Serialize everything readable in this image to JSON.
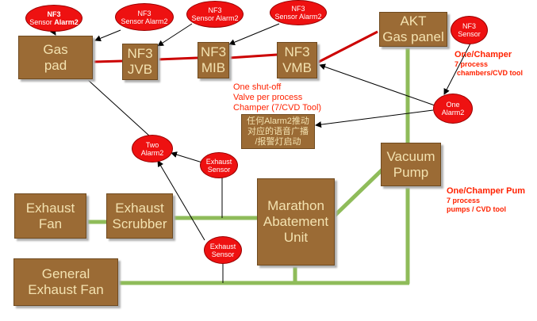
{
  "boxes": {
    "gas_pad": [
      "Gas",
      "pad"
    ],
    "nf3_jvb": [
      "NF3",
      "JVB"
    ],
    "nf3_mib": [
      "NF3",
      "MIB"
    ],
    "nf3_vmb": [
      "NF3",
      "VMB"
    ],
    "akt_gas_panel": [
      "AKT",
      "Gas panel"
    ],
    "vacuum_pump": [
      "Vacuum",
      "Pump"
    ],
    "marathon": [
      "Marathon",
      "Abatement",
      "Unit"
    ],
    "exhaust_fan": [
      "Exhaust",
      "Fan"
    ],
    "exhaust_scrubber": [
      "Exhaust",
      "Scrubber"
    ],
    "general_exhaust_fan": [
      "General",
      "Exhaust Fan"
    ]
  },
  "sensors": {
    "s1": [
      "NF3",
      "Sensor ",
      "Alarm2"
    ],
    "s2": [
      "NF3",
      "Sensor Alarm2"
    ],
    "s3": [
      "NF3",
      "Sensor Alarm2"
    ],
    "s4": [
      "NF3",
      "Sensor Alarm2"
    ],
    "nf3_sensor_right": [
      "NF3",
      "Sensor"
    ],
    "one_alarm2": [
      "One",
      "Alarm2"
    ],
    "two_alarm2": [
      "Two",
      "Alarm2"
    ],
    "exhaust_sensor_upper": [
      "Exhaust",
      "Sensor"
    ],
    "exhaust_sensor_lower": [
      "Exhaust",
      "Sensor"
    ]
  },
  "notes": {
    "shutoff": [
      "One shut-off",
      "Valve per process",
      "Champer (7/CVD Tool)"
    ],
    "chinese": [
      "任何Alarm2推动",
      "对应的语音广播",
      "/报警灯启动"
    ],
    "chambers_title": "One/Champer",
    "chambers_lines": [
      "7 process",
      "chambers/CVD tool"
    ],
    "pumps_title": "One/Champer Pum",
    "pumps_lines": [
      "7 process",
      "pumps / CVD tool"
    ]
  },
  "colors": {
    "box_fill": "#9b6b35",
    "box_text": "#f3e2b0",
    "alarm_red": "#ee1111",
    "gas_line": "#cc0000",
    "exhaust_line": "#8fbc5a",
    "arrow": "#000000"
  }
}
